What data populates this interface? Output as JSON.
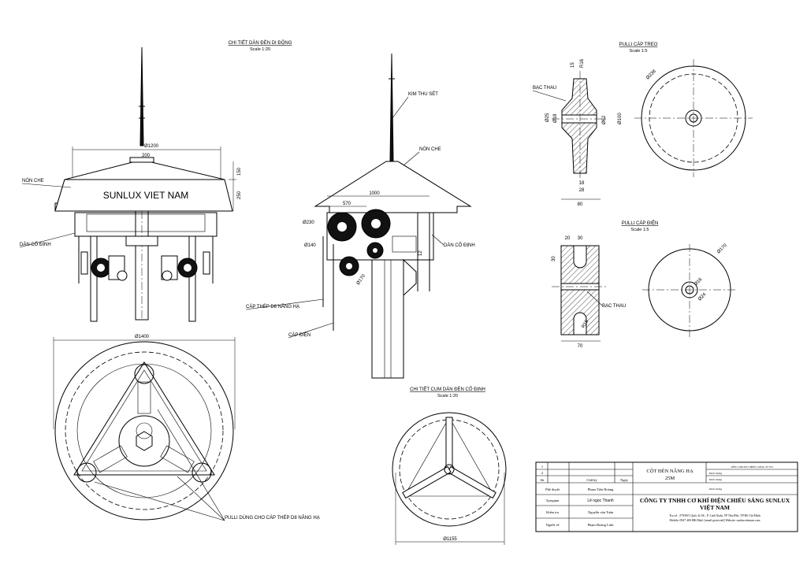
{
  "views": {
    "front": {
      "title": "CHI TIẾT DÀN ĐÈN DI ĐỘNG",
      "scale": "Scale 1:20",
      "canopy_label": "NÓN CHE",
      "fixed_label": "DÀN CỐ ĐỊNH",
      "brand_text": "SUNLUX VIET NAM",
      "dim_diameter": "Ø1200",
      "dim_top": "200",
      "dim_h1": "150",
      "dim_h2": "250"
    },
    "side": {
      "lightning_label": "KIM THU SÉT",
      "canopy_label": "NÓN CHE",
      "fixed_label": "DÀN CỐ ĐỊNH",
      "steel_cable_label": "CÁP THÉP D8 NÂNG HẠ",
      "power_cable_label": "CÁP ĐIỆN",
      "dim_1000": "1000",
      "dim_570": "570",
      "dim_230": "Ø230",
      "dim_140": "Ø140",
      "dim_170": "Ø170",
      "dim_12": "12"
    },
    "plan_moving": {
      "dim_diameter": "Ø1400",
      "note": "PULLI DÙNG CHO CÁP THÉP D8 NÂNG HẠ"
    },
    "plan_fixed": {
      "title": "CHI TIẾT CỤM DÀN ĐÈN CỐ ĐỊNH",
      "scale": "Scale 1:20",
      "dim_diameter": "Ø1155"
    },
    "pulley_hang": {
      "title": "PULLI CÁP TREO",
      "scale": "Scale 1:5",
      "bush_label": "BẠC THAU",
      "dim_d238": "Ø238",
      "dim_d25": "Ø25",
      "dim_d18": "Ø18",
      "dim_d62": "Ø62",
      "dim_d100": "Ø100",
      "dim_80": "80",
      "dim_18": "18",
      "dim_28": "28",
      "dim_15": "15",
      "dim_16": "R16"
    },
    "pulley_power": {
      "title": "PULLI CÁP ĐIỆN",
      "scale": "Scale 1:5",
      "bush_label": "BẠC THAU",
      "dim_20": "20",
      "dim_30": "30",
      "dim_30v": "30",
      "dim_70": "70",
      "dim_r15": "R15",
      "dim_d170": "Ø170",
      "dim_d16": "Ø16",
      "dim_d24": "Ø24"
    }
  },
  "title_block": {
    "standard": "TIÊU CHUẨN CHIẾU SÁNG TCVN",
    "project": "CỘT ĐÈN NÂNG HẠ",
    "height": "25M",
    "row1": "1",
    "row2": "2",
    "col_stt": "Stt",
    "col_sign": "Chữ ký",
    "col_date": "Ngày",
    "role_pd": "Phê duyệt",
    "name_pd": "Phạm Tiến Hoàng",
    "role_tp": "Tpruppm",
    "name_tp": "Lê ngọc Thanh",
    "role_kt": "Kiểm tra",
    "name_kt": "Nguyễn văn Tuấn",
    "role_nv": "Người vẽ",
    "name_nv": "Phạm Hoàng Linh",
    "side1": "Khối lượng",
    "side2": "Khối lượng",
    "side3": "Khối lượng",
    "company_line1": "CÔNG TY TNHH CƠ KHÍ ĐIỆN CHIẾU SÁNG SUNLUX",
    "company_line2": "VIỆT NAM",
    "address": "Trụ sở : 279/69/1 Quốc lộ 1K , P. Linh Xuân, TP Thủ Đức, TP Hồ Chí Minh",
    "contact": "Mobile: 0947 400 886   Mail: [email protected]  Website: sunluxvietnam.com"
  }
}
